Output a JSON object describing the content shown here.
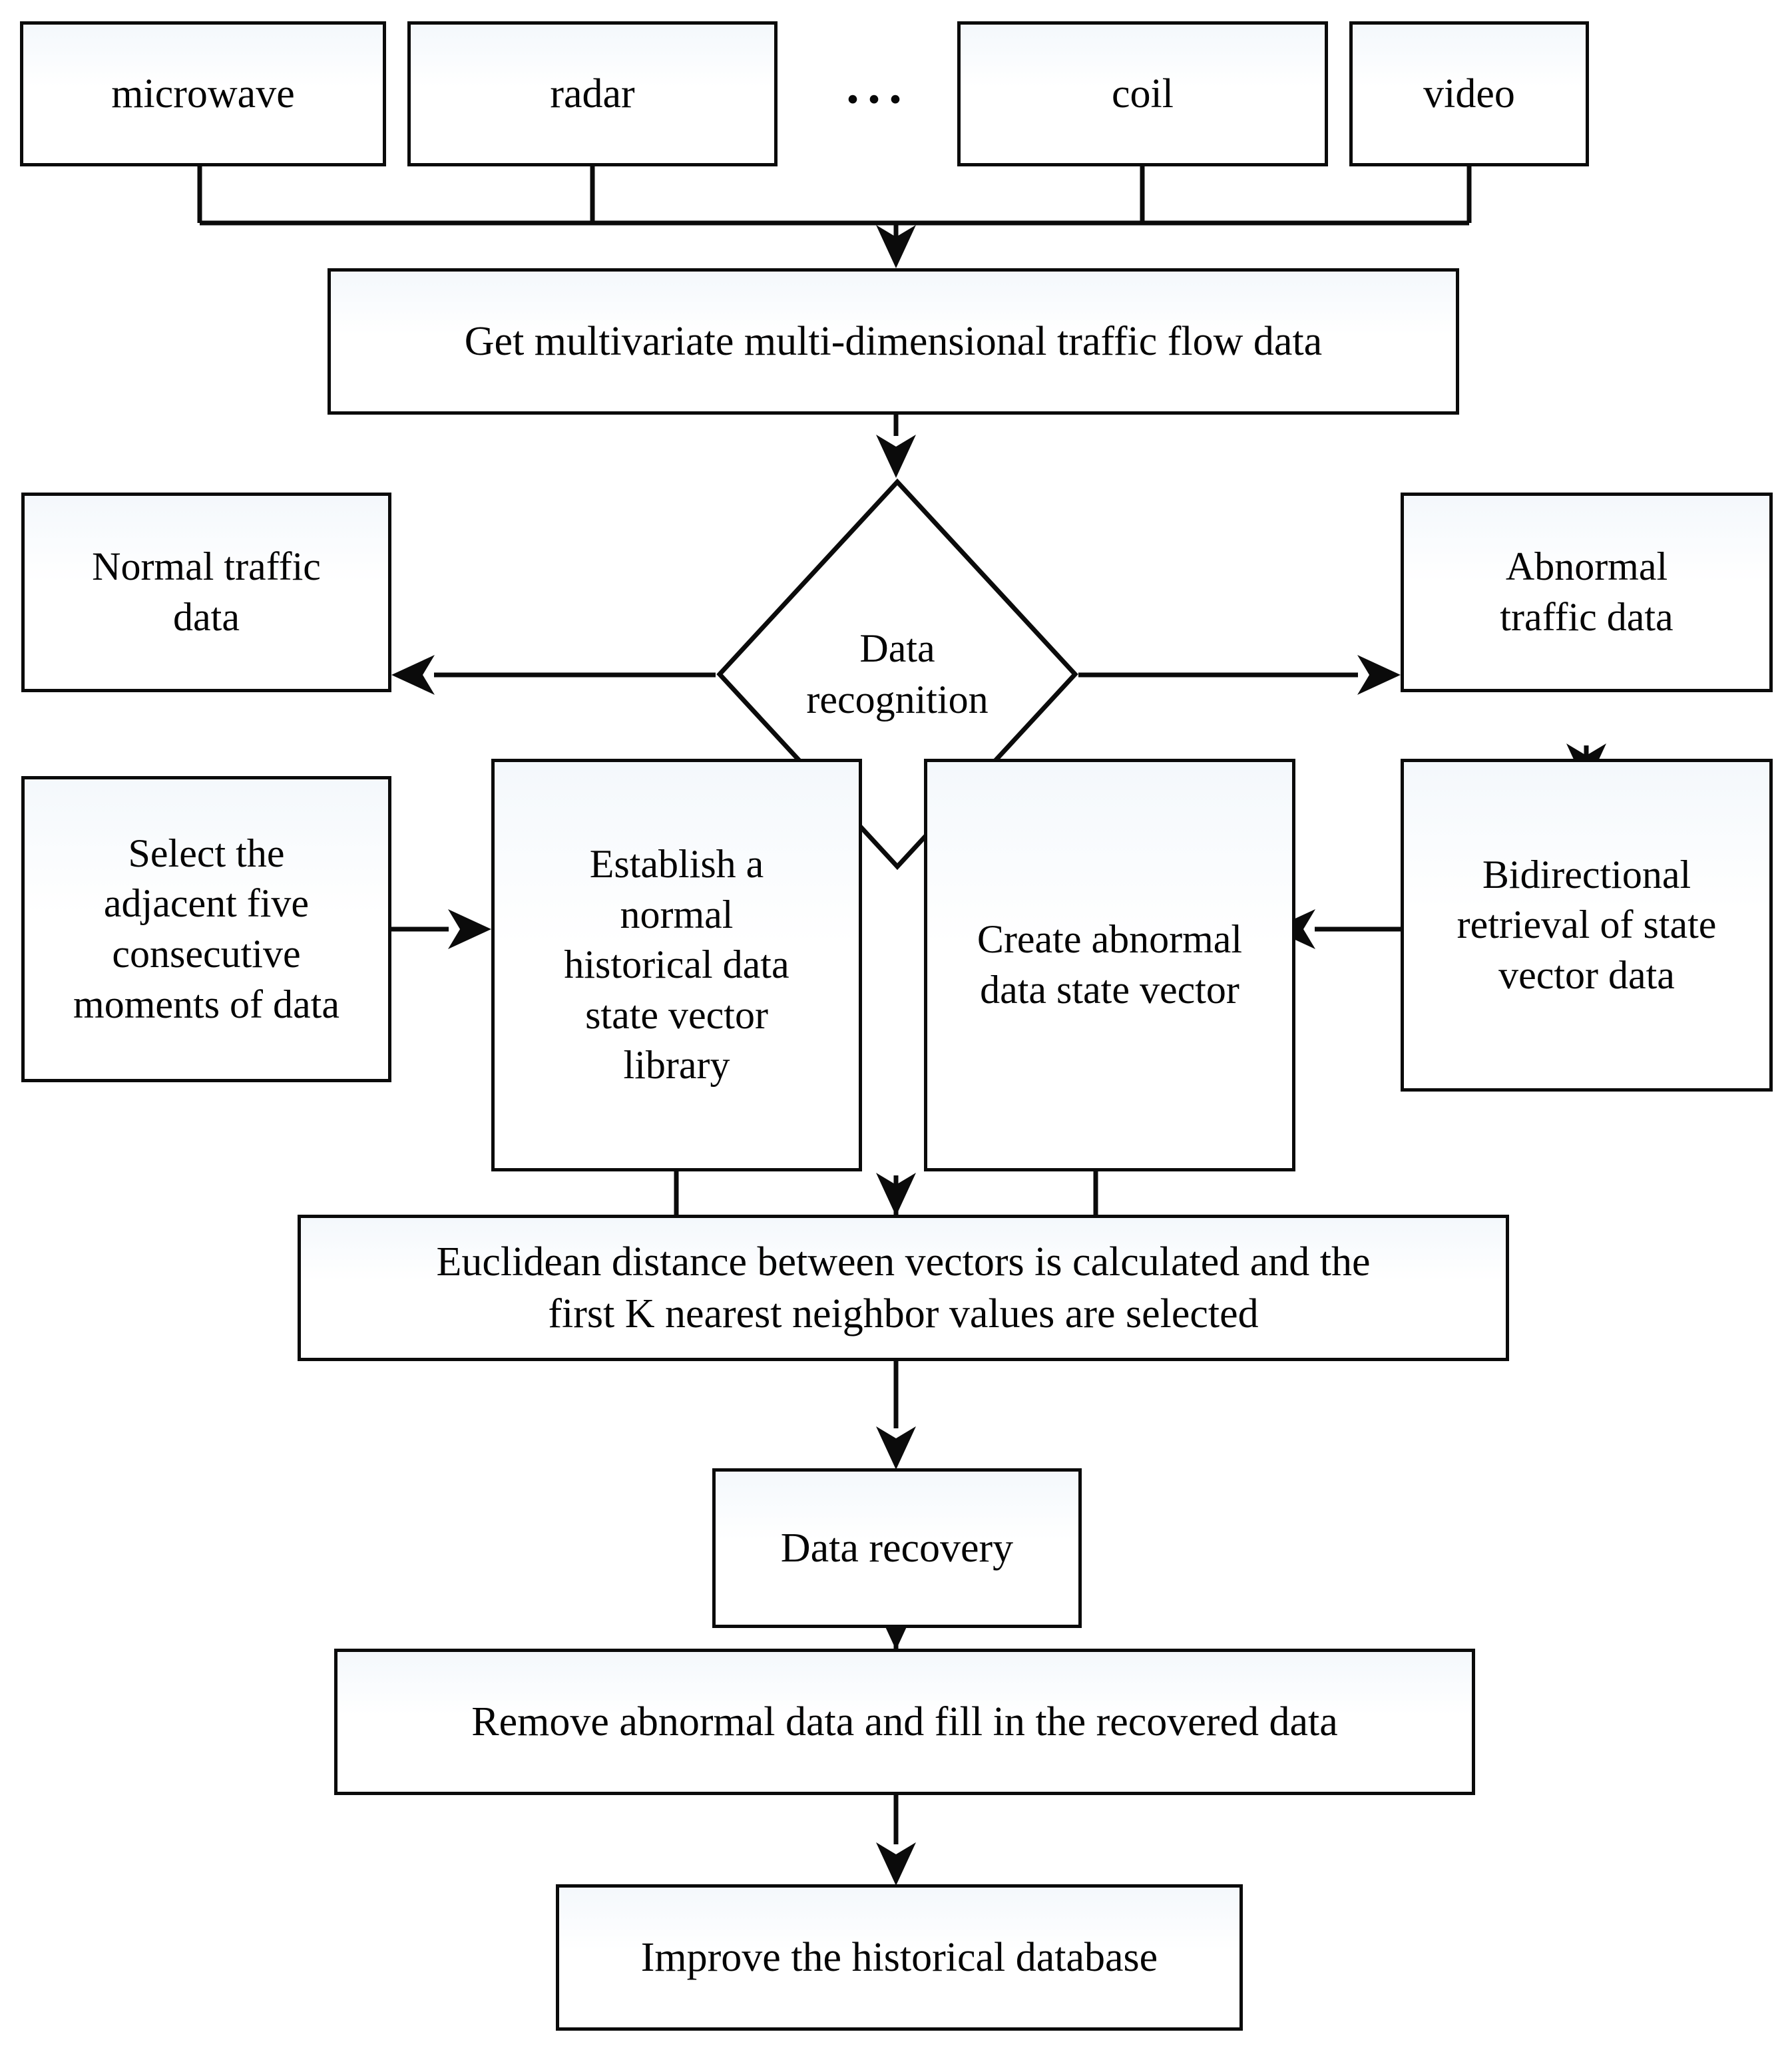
{
  "diagram": {
    "title": "Traffic flow data recovery flowchart",
    "type": "flowchart",
    "colors": {
      "stroke": "#0b0b0b",
      "fill": "#ffffff",
      "text": "#050505",
      "background": "#ffffff"
    },
    "sources": {
      "ellipsis": "···",
      "items": [
        {
          "id": "microwave",
          "label": "microwave"
        },
        {
          "id": "radar",
          "label": "radar"
        },
        {
          "id": "coil",
          "label": "coil"
        },
        {
          "id": "video",
          "label": "video"
        }
      ]
    },
    "nodes": {
      "acquire": {
        "id": "acquire",
        "label": "Get multivariate multi-dimensional traffic flow data"
      },
      "recognition": {
        "id": "recognition",
        "label": "Data\nrecognition",
        "shape": "diamond"
      },
      "normal": {
        "id": "normal",
        "label": "Normal traffic\ndata"
      },
      "abnormal": {
        "id": "abnormal",
        "label": "Abnormal\ntraffic data"
      },
      "select_five": {
        "id": "select_five",
        "label": "Select the\nadjacent five\nconsecutive\nmoments of data"
      },
      "establish_lib": {
        "id": "establish_lib",
        "label": "Establish a\nnormal\nhistorical data\nstate vector\nlibrary"
      },
      "create_vector": {
        "id": "create_vector",
        "label": "Create abnormal\ndata state vector"
      },
      "bidirectional": {
        "id": "bidirectional",
        "label": "Bidirectional\nretrieval of state\nvector data"
      },
      "euclidean": {
        "id": "euclidean",
        "label": "Euclidean distance between vectors is calculated and the\nfirst K nearest neighbor values are selected"
      },
      "data_recovery": {
        "id": "data_recovery",
        "label": "Data recovery"
      },
      "remove_fill": {
        "id": "remove_fill",
        "label": "Remove abnormal data and fill in the recovered data"
      },
      "improve_db": {
        "id": "improve_db",
        "label": "Improve the historical database"
      }
    },
    "edges": [
      {
        "from": "microwave",
        "to": "acquire",
        "arrow": "down"
      },
      {
        "from": "radar",
        "to": "acquire",
        "arrow": "down"
      },
      {
        "from": "coil",
        "to": "acquire",
        "arrow": "down"
      },
      {
        "from": "video",
        "to": "acquire",
        "arrow": "down"
      },
      {
        "from": "acquire",
        "to": "recognition",
        "arrow": "down"
      },
      {
        "from": "recognition",
        "to": "normal",
        "arrow": "left"
      },
      {
        "from": "recognition",
        "to": "abnormal",
        "arrow": "right"
      },
      {
        "from": "normal",
        "to": "select_five",
        "arrow": "down"
      },
      {
        "from": "abnormal",
        "to": "bidirectional",
        "arrow": "down"
      },
      {
        "from": "select_five",
        "to": "establish_lib",
        "arrow": "right"
      },
      {
        "from": "bidirectional",
        "to": "create_vector",
        "arrow": "left"
      },
      {
        "from": "establish_lib",
        "to": "euclidean",
        "arrow": "down"
      },
      {
        "from": "create_vector",
        "to": "euclidean",
        "arrow": "down"
      },
      {
        "from": "euclidean",
        "to": "data_recovery",
        "arrow": "down"
      },
      {
        "from": "data_recovery",
        "to": "remove_fill",
        "arrow": "down"
      },
      {
        "from": "remove_fill",
        "to": "improve_db",
        "arrow": "down"
      }
    ]
  }
}
